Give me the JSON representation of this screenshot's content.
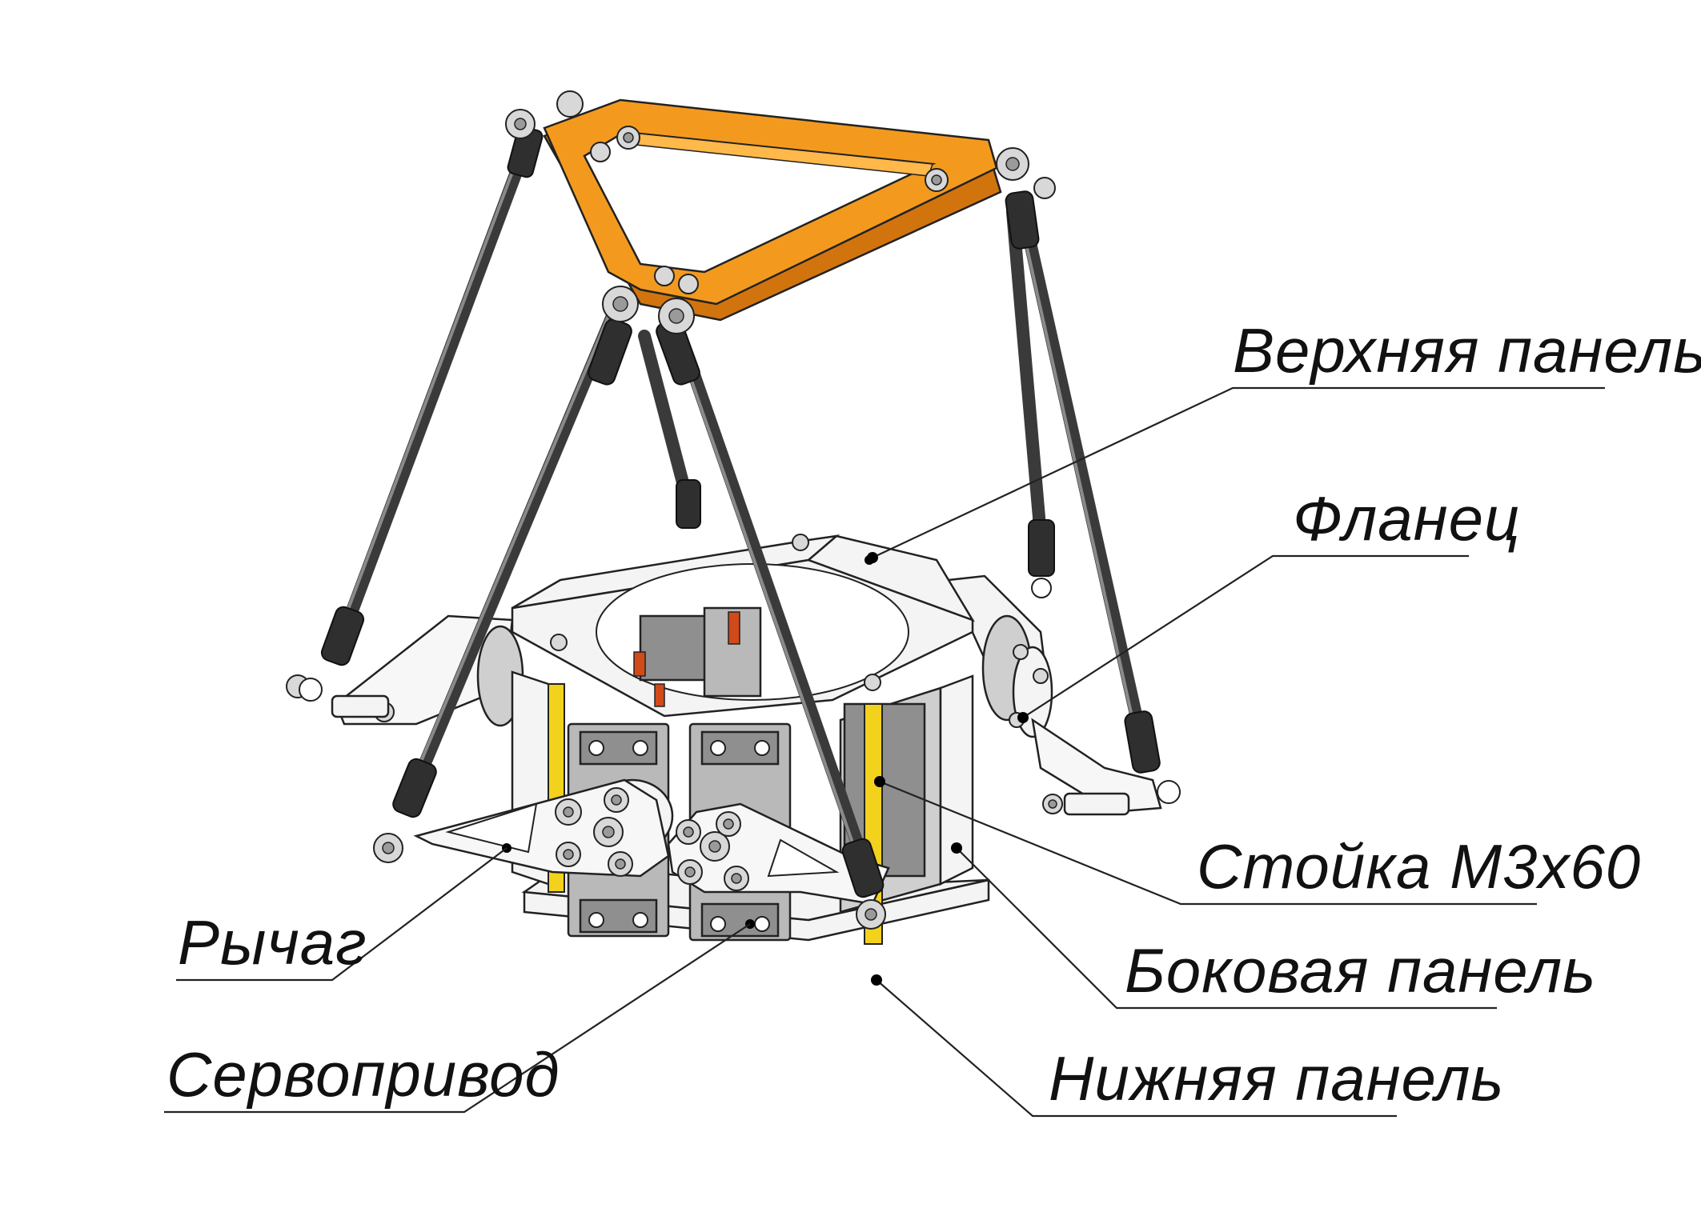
{
  "labels": {
    "top_panel": "Верхняя панель",
    "flange": "Фланец",
    "standoff": "Стойка М3х60",
    "side_panel": "Боковая панель",
    "bottom_panel": "Нижняя панель",
    "lever": "Рычаг",
    "servo": "Сервопривод"
  },
  "colors": {
    "top_triangle": "#f39a1e",
    "top_triangle_dark": "#d2740e",
    "standoff": "#f2d21c",
    "rod": "#3a3a3a",
    "panel": "#f4f4f4",
    "servo": "#b9b9b9"
  }
}
